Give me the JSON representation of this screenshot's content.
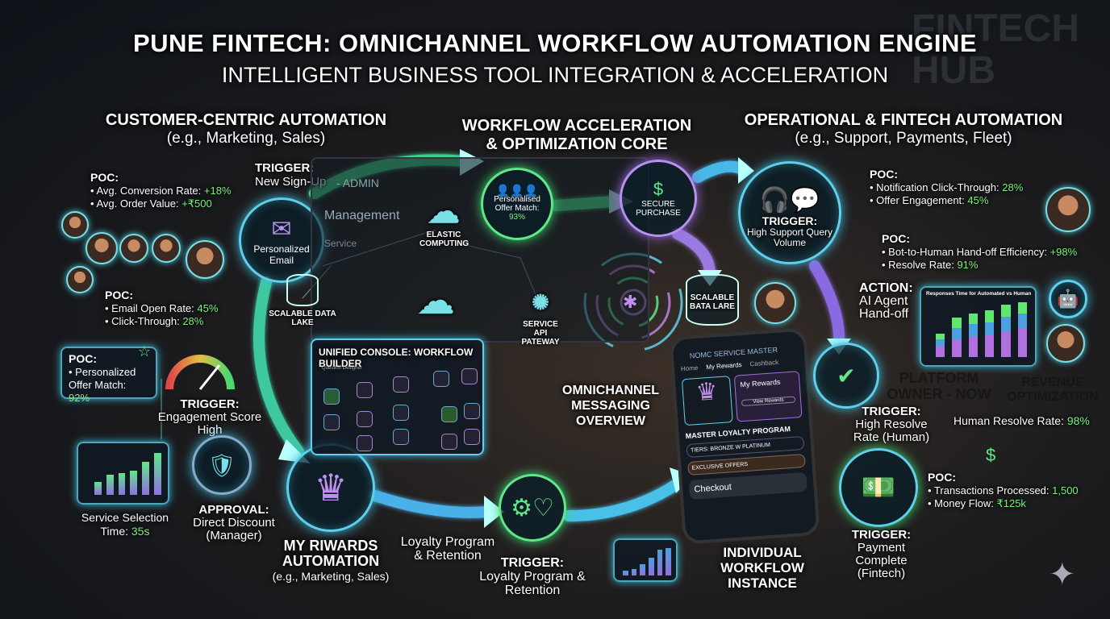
{
  "header": {
    "title": "PUNE FINTECH: OMNICHANNEL WORKFLOW AUTOMATION ENGINE",
    "subtitle": "INTELLIGENT BUSINESS TOOL INTEGRATION & ACCELERATION",
    "bg_sign": "FINTECH HUB"
  },
  "left": {
    "heading": "CUSTOMER-CENTRIC AUTOMATION",
    "sub": "(e.g., Marketing, Sales)",
    "trigger1": {
      "label": "TRIGGER:",
      "text": "New Sign-Up"
    },
    "email_node": "Personalized Email",
    "poc1": {
      "label": "POC:",
      "items": [
        {
          "k": "• Avg. Conversion Rate: ",
          "v": "+18%"
        },
        {
          "k": "• Avg. Order Value: ",
          "v": "+₹500"
        }
      ]
    },
    "poc2": {
      "label": "POC:",
      "items": [
        {
          "k": "• Email Open Rate: ",
          "v": "45%"
        },
        {
          "k": "• Click-Through: ",
          "v": "28%"
        }
      ]
    },
    "poc3": {
      "label": "POC:",
      "k": "• Personalized Offer Match: ",
      "v": "92%"
    },
    "trigger2": {
      "label": "TRIGGER:",
      "text": "Engagement Score High"
    },
    "service_time": {
      "k": "Service Selection Time: ",
      "v": "35s"
    },
    "approval": {
      "label": "APPROVAL:",
      "text": "Direct Discount (Manager)"
    },
    "rewards": {
      "title1": "MY RIWARDS",
      "title2": "AUTOMATION",
      "sub": "(e.g., Marketing, Sales)"
    },
    "loyalty": "Loyalty Program & Retention",
    "mini_chart": {
      "values": [
        0.3,
        0.45,
        0.5,
        0.55,
        0.75,
        0.95
      ]
    }
  },
  "center": {
    "heading1": "WORKFLOW ACCELERATION",
    "heading2": "& OPTIMIZATION CORE",
    "offer": {
      "line1": "Personalised",
      "line2": "Offer Match:",
      "value": "93%"
    },
    "secure": "SECURE PURCHASE",
    "elastic": "ELASTIC COMPUTING",
    "datalake": "SCALABLE DATA LAKE",
    "gateway": "SERVICE API PATEWAY",
    "datalake2": "SCALABLE BATA LARE",
    "console": {
      "title": "UNIFIED CONSOLE: WORKFLOW BUILDER",
      "sub": "Question Designer"
    },
    "screen": {
      "admin": "- ADMIN",
      "management": "Management",
      "service": "Service"
    },
    "omni": "OMNICHANNEL MESSAGING OVERVIEW",
    "trigger3": {
      "label": "TRIGGER:",
      "text": "Loyalty Program & Retention"
    },
    "instance": "INDIVIDUAL WORKFLOW INSTANCE",
    "mini_chart": {
      "values": [
        0.15,
        0.2,
        0.35,
        0.55,
        0.8,
        0.85
      ]
    },
    "phone": {
      "app": "NOMC SERVICE MASTER",
      "tabs": [
        "Home",
        "My Rewards",
        "Cashback"
      ],
      "rewards": "My Rewards",
      "rewards_btn": "View Rewards",
      "program": "MASTER LOYALTY PROGRAM",
      "tiers": "TIERS: BRONZE W PLATINUM",
      "offers": "EXCLUSIVE OFFERS",
      "checkout": "Checkout"
    }
  },
  "right": {
    "heading": "OPERATIONAL & FINTECH AUTOMATION",
    "sub": "(e.g., Support, Payments, Fleet)",
    "trigger1": {
      "label": "TRIGGER:",
      "text": "High Support Query Volume"
    },
    "poc1": {
      "label": "POC:",
      "items": [
        {
          "k": "• Notification Click-Through: ",
          "v": "28%"
        },
        {
          "k": "• Offer Engagement: ",
          "v": "45%"
        }
      ]
    },
    "poc2": {
      "label": "POC:",
      "items": [
        {
          "k": "• Bot-to-Human Hand-off Efficiency: ",
          "v": "+98%"
        },
        {
          "k": "• Resolve Rate: ",
          "v": "91%"
        }
      ]
    },
    "action": {
      "label": "ACTION:",
      "text": "AI Agent Hand-off"
    },
    "chart": {
      "title": "Responses Time for Automated vs Human",
      "series": [
        [
          0.2,
          0.3,
          0.35,
          0.38,
          0.45,
          0.5
        ],
        [
          0.1,
          0.2,
          0.22,
          0.22,
          0.25,
          0.25
        ],
        [
          0.1,
          0.18,
          0.18,
          0.2,
          0.2,
          0.2
        ]
      ],
      "colors": [
        "#b070e0",
        "#4aa0e0",
        "#5ee870"
      ]
    },
    "mug1": "PLATFORM OWNER - NOW",
    "mug2": "REVENUE OPTIMIZATION",
    "trigger2": {
      "label": "TRIGGER:",
      "text": "High Resolve Rate (Human)"
    },
    "human": {
      "k": "Human Resolve Rate: ",
      "v": "98%"
    },
    "poc3": {
      "label": "POC:",
      "items": [
        {
          "k": "• Transactions Processed: ",
          "v": "1,500"
        },
        {
          "k": "• Money Flow: ",
          "v": "₹125k"
        }
      ]
    },
    "trigger3": {
      "label": "TRIGGER:",
      "text": "Payment Complete (Fintech)"
    }
  },
  "colors": {
    "cyan": "#5fd0ea",
    "green": "#5ee88a",
    "purple": "#b890f0",
    "value_green": "#7cf07c"
  }
}
